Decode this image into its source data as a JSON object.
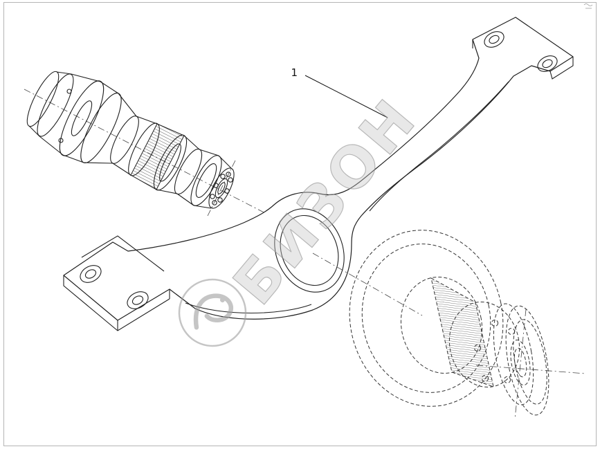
{
  "figure": {
    "callout": {
      "label": "1"
    },
    "watermark": {
      "text": "БИЗОН",
      "color": "#c6c6c6"
    },
    "icons": {
      "logo": "bison-circle-logo"
    },
    "colors": {
      "line": "#1f1f1f",
      "hidden_line": "#333333",
      "background": "#ffffff",
      "frame": "#b5b5b5"
    }
  }
}
